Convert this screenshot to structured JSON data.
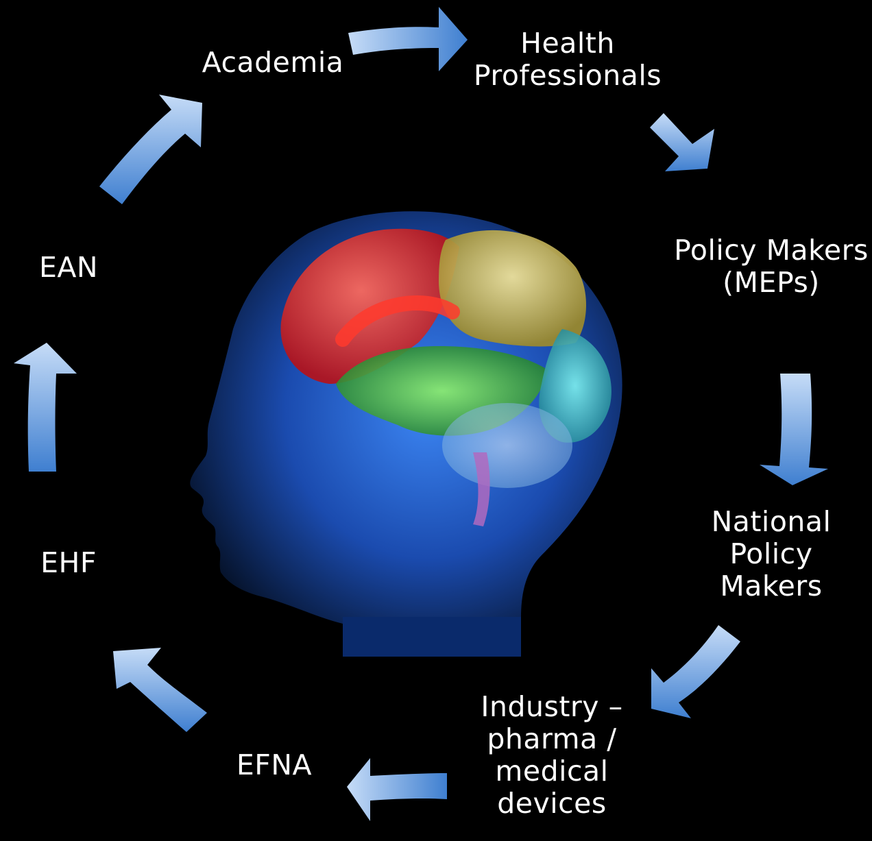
{
  "diagram": {
    "nodes": [
      {
        "id": "academia",
        "label": "Academia"
      },
      {
        "id": "health",
        "label": "Health\nProfessionals"
      },
      {
        "id": "policy_meps",
        "label": "Policy Makers\n(MEPs)"
      },
      {
        "id": "national",
        "label": "National\nPolicy\nMakers"
      },
      {
        "id": "industry",
        "label": "Industry –\npharma /\nmedical\ndevices"
      },
      {
        "id": "efna",
        "label": "EFNA"
      },
      {
        "id": "ehf",
        "label": "EHF"
      },
      {
        "id": "ean",
        "label": "EAN"
      }
    ],
    "cycle_order": [
      "academia",
      "health",
      "policy_meps",
      "national",
      "industry",
      "efna",
      "ehf",
      "ean"
    ],
    "center_image": "human-head-brain",
    "colors": {
      "background": "#000000",
      "label_text": "#ffffff",
      "arrow_light": "#b9d3f5",
      "arrow_dark": "#3f7fd0",
      "head_blue": "#2f6fd6",
      "brain_red": "#e8262b",
      "brain_yellow": "#d6c25a",
      "brain_green": "#3fae4a",
      "brain_cyan": "#3fb6c0"
    }
  }
}
